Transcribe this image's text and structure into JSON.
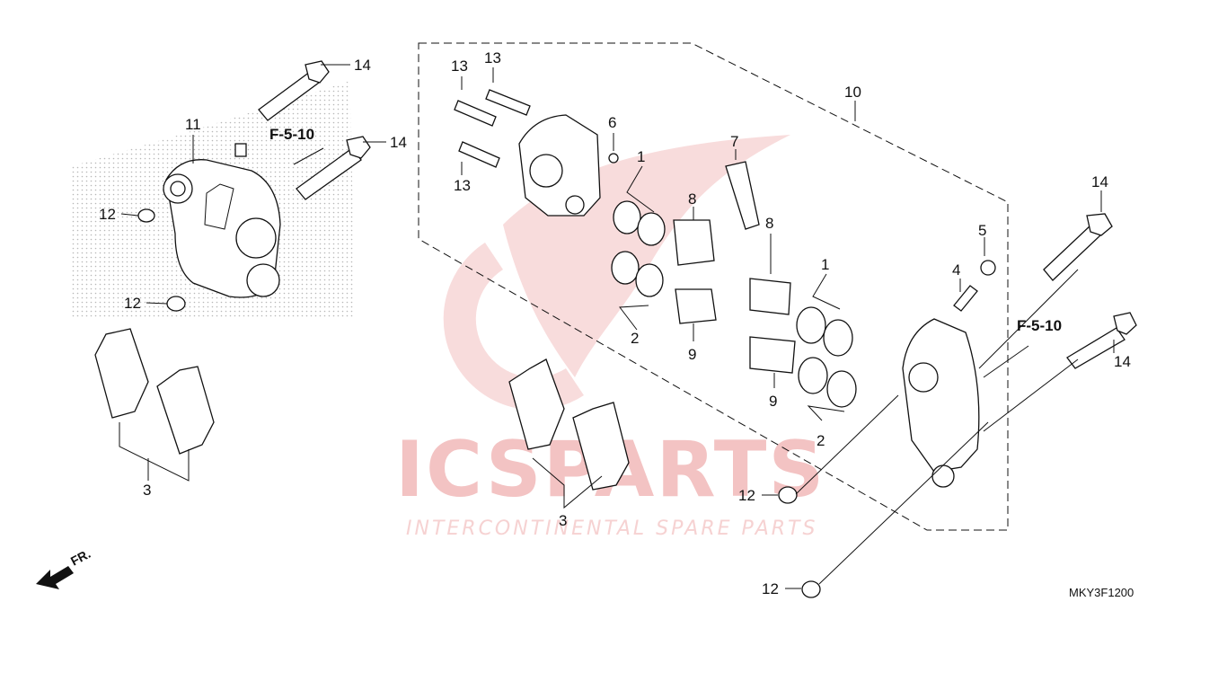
{
  "diagram": {
    "drawing_code": "MKY3F1200",
    "reference_label": "F-5-10",
    "front_indicator": "FR.",
    "watermark": {
      "brand": "ICSPARTS",
      "tagline": "INTERCONTINENTAL SPARE PARTS",
      "color": "#f3c3c3"
    },
    "callouts": {
      "c1a": "1",
      "c1b": "1",
      "c2a": "2",
      "c2b": "2",
      "c3a": "3",
      "c3b": "3",
      "c4": "4",
      "c5": "5",
      "c6": "6",
      "c7": "7",
      "c8a": "8",
      "c8b": "8",
      "c9a": "9",
      "c9b": "9",
      "c10": "10",
      "c11": "11",
      "c12a": "12",
      "c12b": "12",
      "c12c": "12",
      "c12d": "12",
      "c13a": "13",
      "c13b": "13",
      "c13c": "13",
      "c14a": "14",
      "c14b": "14",
      "c14c": "14",
      "c14d": "14"
    }
  }
}
